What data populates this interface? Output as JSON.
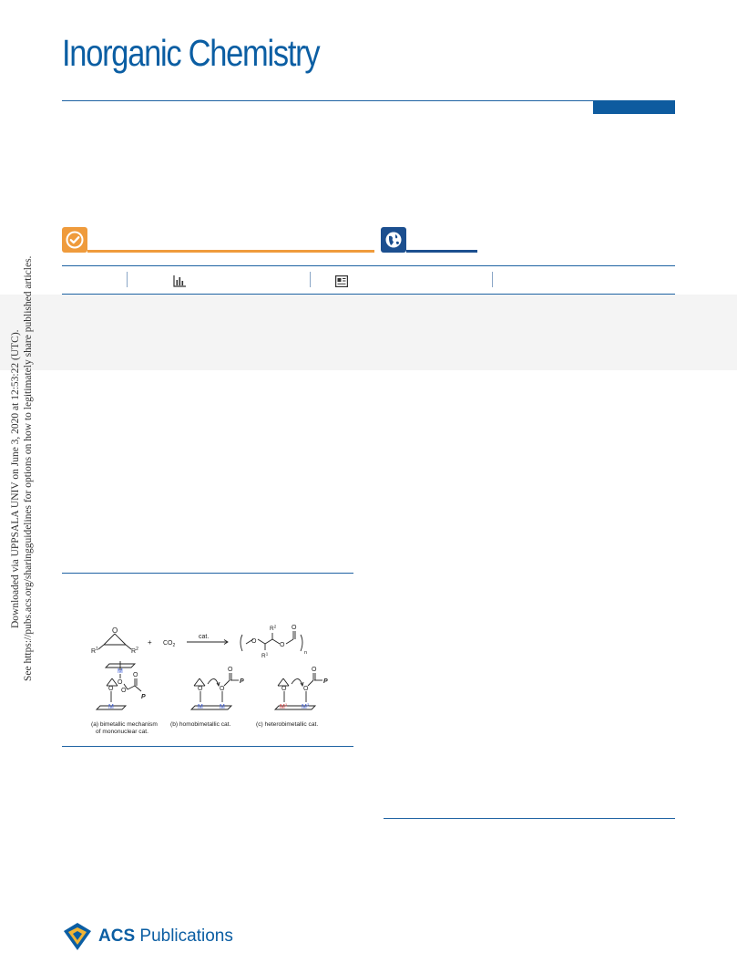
{
  "header": {
    "journal_title": "Inorganic Chemistry"
  },
  "badges": {
    "check_icon": "checkmark-icon",
    "globe_icon": "globe-icon",
    "orange": "#ef9b3c",
    "blue": "#1c4f8f"
  },
  "metrics_bar": {
    "metrics_icon": "bar-chart-icon",
    "article_icon": "article-recommendations-icon"
  },
  "sidebar": {
    "line1": "Downloaded via UPPSALA UNIV on June 3, 2020 at 12:53:22 (UTC).",
    "line2": "See https://pubs.acs.org/sharingguidelines for options on how to legitimately share published articles."
  },
  "figure": {
    "reaction_catalyst": "cat.",
    "co2": "CO",
    "co2_sub": "2",
    "plus": "+",
    "r1": "R",
    "r1_sup": "1",
    "r2": "R",
    "r2_sup": "2",
    "subscript_n": "n",
    "oxygen": "O",
    "metal": "M",
    "metal1_sup": "1",
    "metal2_sup": "2",
    "polymer": "P",
    "caption_a_line1": "(a) bimetallic mechanism",
    "caption_a_line2": "of mononuclear cat.",
    "caption_b": "(b) homobimetallic cat.",
    "caption_c": "(c) heterobimetallic cat.",
    "colors": {
      "metal_blue": "#3b5bd6",
      "metal_red": "#d63b3b"
    }
  },
  "footer": {
    "brand_bold": "ACS",
    "brand_text": " Publications",
    "logo_icon": "acs-hexagon-logo-icon"
  }
}
